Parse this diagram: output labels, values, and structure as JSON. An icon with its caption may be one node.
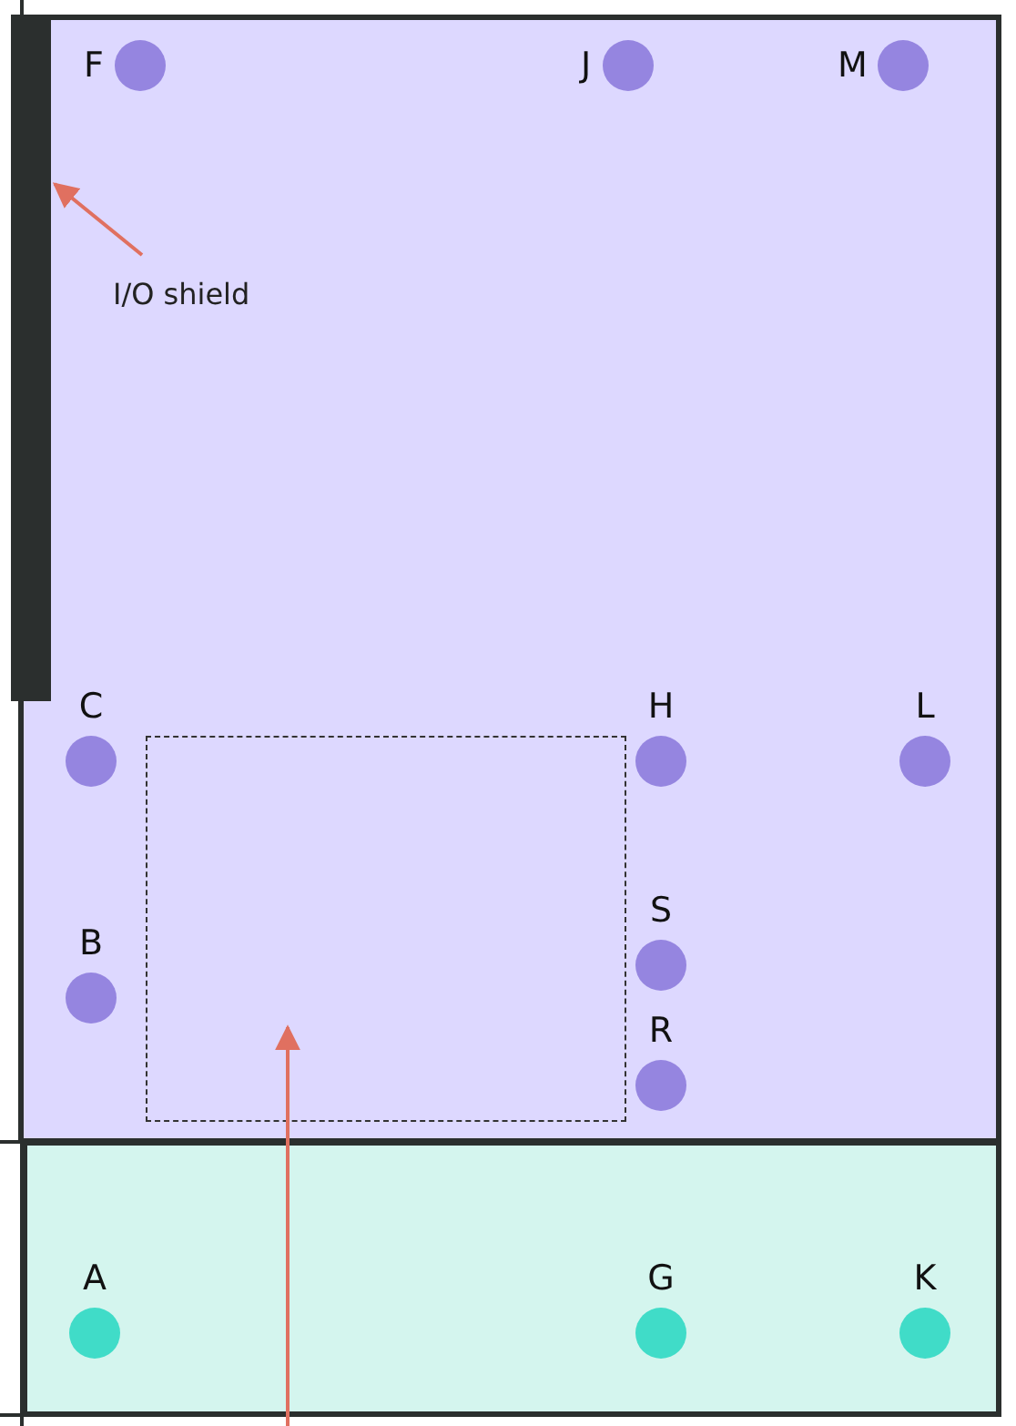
{
  "diagram": {
    "nodes": [
      {
        "text": [],
        "shape": "box"
      },
      {
        "text": [],
        "shape": "box"
      },
      {
        "text": [],
        "shape": "bar"
      },
      {
        "text": [
          "I/O shield"
        ],
        "in": 0
      },
      {
        "text": [],
        "shape": "box",
        "in": 0
      },
      {
        "text": [
          "F"
        ],
        "in": 0
      },
      {
        "text": [
          "J"
        ],
        "in": 0
      },
      {
        "text": [
          "M"
        ],
        "in": 0
      },
      {
        "text": [
          "C"
        ],
        "in": 0
      },
      {
        "text": [
          "H"
        ],
        "in": 0
      },
      {
        "text": [
          "L"
        ],
        "in": 0
      },
      {
        "text": [
          "B"
        ],
        "in": 0
      },
      {
        "text": [
          "S"
        ],
        "in": 0
      },
      {
        "text": [
          "R"
        ],
        "in": 0
      },
      {
        "text": [
          "A"
        ],
        "in": 1
      },
      {
        "text": [
          "G"
        ],
        "in": 1
      },
      {
        "text": [
          "K"
        ],
        "in": 1
      }
    ],
    "edges": [
      {
        "from": 3,
        "to": 2,
        "arrow": "to"
      },
      {
        "from": 1,
        "to": 4,
        "arrow": "to"
      }
    ]
  }
}
